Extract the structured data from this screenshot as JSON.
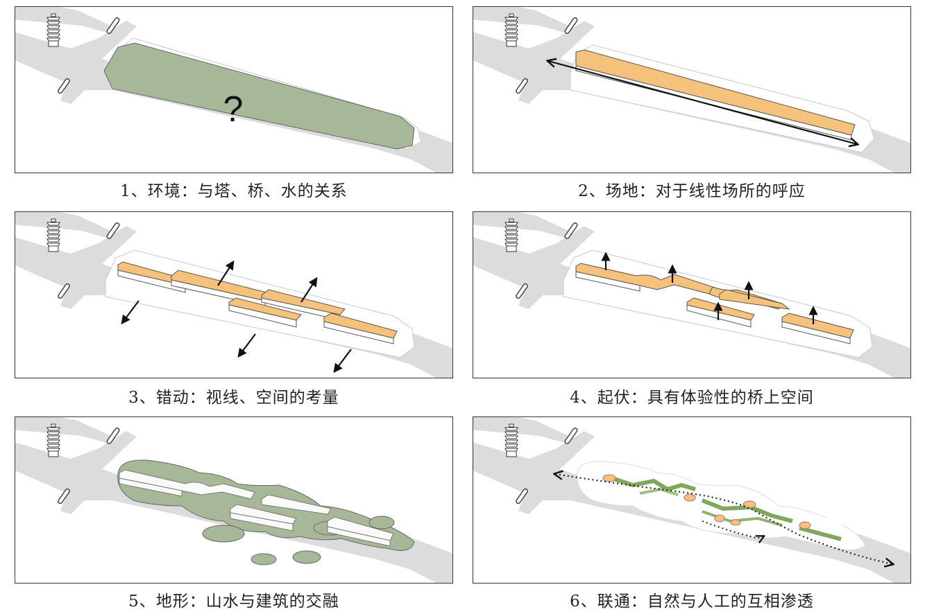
{
  "panels": [
    {
      "id": 1,
      "caption": "1、环境：与塔、桥、水的关系",
      "symbol": "?"
    },
    {
      "id": 2,
      "caption": "2、场地：对于线性场所的呼应"
    },
    {
      "id": 3,
      "caption": "3、错动：视线、空间的考量"
    },
    {
      "id": 4,
      "caption": "4、起伏：具有体验性的桥上空间"
    },
    {
      "id": 5,
      "caption": "5、地形：山水与建筑的交融"
    },
    {
      "id": 6,
      "caption": "6、联通：自然与人工的互相渗透"
    }
  ],
  "colors": {
    "road": "#dcdcdc",
    "site_green": "#a7b898",
    "building_top": "#f4c27a",
    "frame": "#333333"
  },
  "icons": [
    "pagoda-icon",
    "bridge-pillar-icon",
    "direction-arrow-icon"
  ]
}
